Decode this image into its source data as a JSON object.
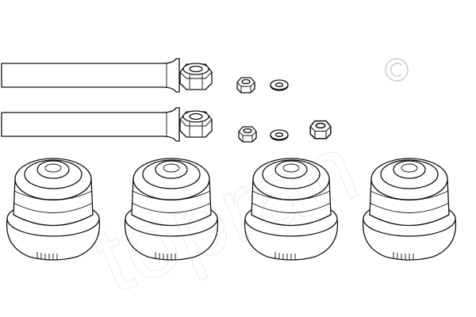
{
  "watermark": {
    "brand": "topran",
    "symbol": "©"
  },
  "parts": {
    "pins": 2,
    "large_nuts": 2,
    "small_nuts": 3,
    "washers": 2,
    "bushings": 4
  }
}
